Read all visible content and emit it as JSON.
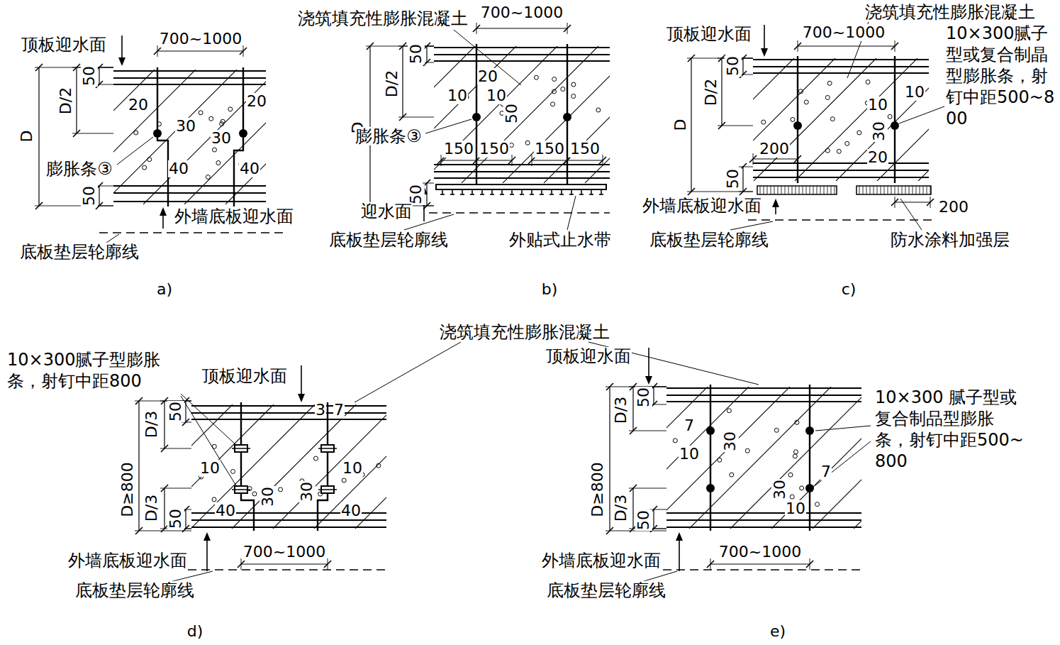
{
  "diagram": {
    "labels": [
      "顶板迎水面",
      "700~1000",
      "50",
      "D/2",
      "D",
      "20",
      "20",
      "30",
      "30",
      "膨胀条③",
      "40",
      "40",
      "50",
      "外墙底板迎水面",
      "底板垫层轮廓线",
      "a)",
      "浇筑填充性膨胀混凝土",
      "700~1000",
      "50",
      "D/2",
      "D",
      "20",
      "10",
      "10",
      "50",
      "膨胀条③",
      "150",
      "150",
      "150",
      "150",
      "50",
      "迎水面",
      "底板垫层轮廓线",
      "外贴式止水带",
      "b)",
      "浇筑填充性膨胀混凝土",
      "顶板迎水面",
      "700~1000",
      "10×300腻子型或复合制晶型膨胀条，射钉中距500~800",
      "50",
      "D/2",
      "D",
      "10",
      "10",
      "30",
      "20",
      "200",
      "50",
      "外墙底板迎水面",
      "200",
      "底板垫层轮廓线",
      "防水涂料加强层",
      "c)",
      "浇筑填充性膨胀混凝土",
      "10×300腻子型膨胀条，射钉中距800",
      "顶板迎水面",
      "D/3",
      "50",
      "D≥800",
      "3",
      "7",
      "10",
      "10",
      "30",
      "30",
      "40",
      "40",
      "D/3",
      "50",
      "外墙底板迎水面",
      "700~1000",
      "底板垫层轮廓线",
      "d)",
      "顶板迎水面",
      "D/3",
      "50",
      "D≥800",
      "10×300 腻子型或复合制品型膨胀条，射钉中距500~800",
      "7",
      "30",
      "10",
      "7",
      "30",
      "10",
      "D/3",
      "50",
      "外墙底板迎水面",
      "700~1000",
      "底板垫层轮廓线",
      "e)"
    ]
  }
}
